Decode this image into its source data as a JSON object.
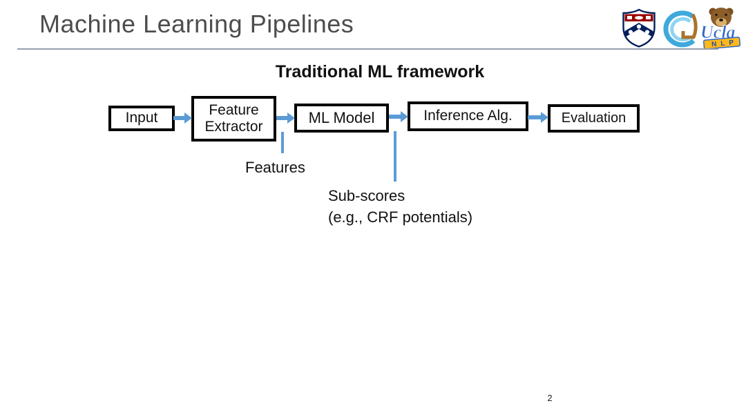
{
  "slide": {
    "title": "Machine Learning Pipelines",
    "heading": "Traditional ML framework",
    "page_number": "2"
  },
  "pipeline": {
    "boxes": [
      {
        "label": "Input"
      },
      {
        "label": "Feature Extractor"
      },
      {
        "label": "ML Model"
      },
      {
        "label": "Inference Alg."
      },
      {
        "label": "Evaluation"
      }
    ],
    "annotations": {
      "features": "Features",
      "subscores_line1": "Sub-scores",
      "subscores_line2": "(e.g., CRF potentials)"
    }
  },
  "logos": {
    "ucla_script": "Ucla",
    "ucla_banner": "NLP"
  },
  "colors": {
    "arrow_blue": "#5b9bd5",
    "box_border": "#000000",
    "title_gray": "#4d4d4d",
    "divider_gray": "#94a0ad",
    "penn_blue": "#011f5b",
    "penn_red": "#990000",
    "ucla_blue": "#2d68c4",
    "ucla_gold": "#ffb81c"
  }
}
